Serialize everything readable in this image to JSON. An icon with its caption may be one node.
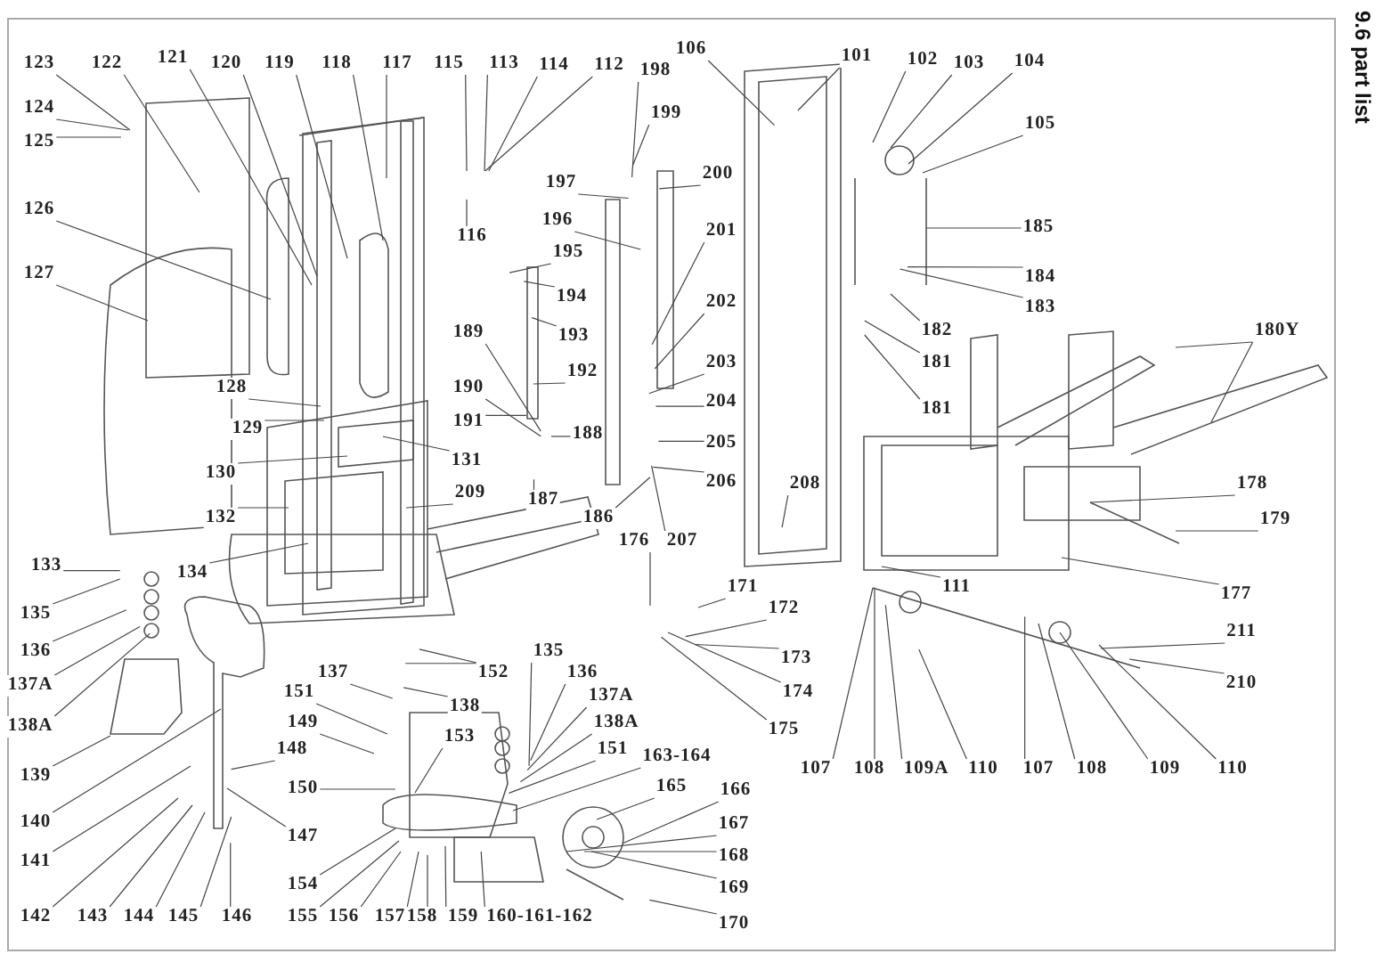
{
  "diagram": {
    "title": "9.6 part list",
    "nodes": [
      {
        "text": [
          "123"
        ]
      },
      {
        "text": [
          "122"
        ]
      },
      {
        "text": [
          "121"
        ]
      },
      {
        "text": [
          "120"
        ]
      },
      {
        "text": [
          "119"
        ]
      },
      {
        "text": [
          "118"
        ]
      },
      {
        "text": [
          "117"
        ]
      },
      {
        "text": [
          "115"
        ]
      },
      {
        "text": [
          "113"
        ]
      },
      {
        "text": [
          "114"
        ]
      },
      {
        "text": [
          "112"
        ]
      },
      {
        "text": [
          "198"
        ]
      },
      {
        "text": [
          "106"
        ]
      },
      {
        "text": [
          "101"
        ]
      },
      {
        "text": [
          "102"
        ]
      },
      {
        "text": [
          "103"
        ]
      },
      {
        "text": [
          "104"
        ]
      },
      {
        "text": [
          "124"
        ]
      },
      {
        "text": [
          "199"
        ]
      },
      {
        "text": [
          "105"
        ]
      },
      {
        "text": [
          "125"
        ]
      },
      {
        "text": [
          "200"
        ]
      },
      {
        "text": [
          "197"
        ]
      },
      {
        "text": [
          "126"
        ]
      },
      {
        "text": [
          "196"
        ]
      },
      {
        "text": [
          "116"
        ]
      },
      {
        "text": [
          "185"
        ]
      },
      {
        "text": [
          "201"
        ]
      },
      {
        "text": [
          "195"
        ]
      },
      {
        "text": [
          "127"
        ]
      },
      {
        "text": [
          "184"
        ]
      },
      {
        "text": [
          "194"
        ]
      },
      {
        "text": [
          "202"
        ]
      },
      {
        "text": [
          "183"
        ]
      },
      {
        "text": [
          "180Y"
        ]
      },
      {
        "text": [
          "182"
        ]
      },
      {
        "text": [
          "189"
        ]
      },
      {
        "text": [
          "193"
        ]
      },
      {
        "text": [
          "181"
        ]
      },
      {
        "text": [
          "203"
        ]
      },
      {
        "text": [
          "192"
        ]
      },
      {
        "text": [
          "128"
        ]
      },
      {
        "text": [
          "190"
        ]
      },
      {
        "text": [
          "204"
        ]
      },
      {
        "text": [
          "181"
        ]
      },
      {
        "text": [
          "188"
        ]
      },
      {
        "text": [
          "191"
        ]
      },
      {
        "text": [
          "129"
        ]
      },
      {
        "text": [
          "205"
        ]
      },
      {
        "text": [
          "131"
        ]
      },
      {
        "text": [
          "130"
        ]
      },
      {
        "text": [
          "206"
        ]
      },
      {
        "text": [
          "178"
        ]
      },
      {
        "text": [
          "208"
        ]
      },
      {
        "text": [
          "209"
        ]
      },
      {
        "text": [
          "187"
        ]
      },
      {
        "text": [
          "186"
        ]
      },
      {
        "text": [
          "132"
        ]
      },
      {
        "text": [
          "179"
        ]
      },
      {
        "text": [
          "207"
        ]
      },
      {
        "text": [
          "176"
        ]
      },
      {
        "text": [
          "133"
        ]
      },
      {
        "text": [
          "134"
        ]
      },
      {
        "text": [
          "171"
        ]
      },
      {
        "text": [
          "111"
        ]
      },
      {
        "text": [
          "177"
        ]
      },
      {
        "text": [
          "172"
        ]
      },
      {
        "text": [
          "135"
        ]
      },
      {
        "text": [
          "211"
        ]
      },
      {
        "text": [
          "136"
        ]
      },
      {
        "text": [
          "135"
        ]
      },
      {
        "text": [
          "173"
        ]
      },
      {
        "text": [
          "137"
        ]
      },
      {
        "text": [
          "152"
        ]
      },
      {
        "text": [
          "136"
        ]
      },
      {
        "text": [
          "137A"
        ]
      },
      {
        "text": [
          "210"
        ]
      },
      {
        "text": [
          "151"
        ]
      },
      {
        "text": [
          "174"
        ]
      },
      {
        "text": [
          "137A"
        ]
      },
      {
        "text": [
          "138"
        ]
      },
      {
        "text": [
          "149"
        ]
      },
      {
        "text": [
          "138A"
        ]
      },
      {
        "text": [
          "138A"
        ]
      },
      {
        "text": [
          "175"
        ]
      },
      {
        "text": [
          "153"
        ]
      },
      {
        "text": [
          "148"
        ]
      },
      {
        "text": [
          "151"
        ]
      },
      {
        "text": [
          "163-164"
        ]
      },
      {
        "text": [
          "107"
        ]
      },
      {
        "text": [
          "108"
        ]
      },
      {
        "text": [
          "109A"
        ]
      },
      {
        "text": [
          "110"
        ]
      },
      {
        "text": [
          "107"
        ]
      },
      {
        "text": [
          "108"
        ]
      },
      {
        "text": [
          "109"
        ]
      },
      {
        "text": [
          "110"
        ]
      },
      {
        "text": [
          "139"
        ]
      },
      {
        "text": [
          "165"
        ]
      },
      {
        "text": [
          "150"
        ]
      },
      {
        "text": [
          "166"
        ]
      },
      {
        "text": [
          "140"
        ]
      },
      {
        "text": [
          "167"
        ]
      },
      {
        "text": [
          "147"
        ]
      },
      {
        "text": [
          "168"
        ]
      },
      {
        "text": [
          "141"
        ]
      },
      {
        "text": [
          "154"
        ]
      },
      {
        "text": [
          "169"
        ]
      },
      {
        "text": [
          "142"
        ]
      },
      {
        "text": [
          "143"
        ]
      },
      {
        "text": [
          "144"
        ]
      },
      {
        "text": [
          "145"
        ]
      },
      {
        "text": [
          "146"
        ]
      },
      {
        "text": [
          "155"
        ]
      },
      {
        "text": [
          "156"
        ]
      },
      {
        "text": [
          "157"
        ]
      },
      {
        "text": [
          "158"
        ]
      },
      {
        "text": [
          "159"
        ]
      },
      {
        "text": [
          "160-161-162"
        ]
      },
      {
        "text": [
          "170"
        ]
      }
    ],
    "edges": [
      {
        "from": 0,
        "to": null,
        "arrow": "none"
      },
      {
        "from": 1,
        "to": null,
        "arrow": "none"
      },
      {
        "from": 2,
        "to": null,
        "arrow": "none"
      },
      {
        "from": 3,
        "to": null,
        "arrow": "none"
      },
      {
        "from": 4,
        "to": null,
        "arrow": "none"
      },
      {
        "from": 5,
        "to": null,
        "arrow": "none"
      },
      {
        "from": 6,
        "to": null,
        "arrow": "none"
      },
      {
        "from": 7,
        "to": null,
        "arrow": "none"
      },
      {
        "from": 8,
        "to": null,
        "arrow": "none"
      },
      {
        "from": 9,
        "to": null,
        "arrow": "none"
      },
      {
        "from": 10,
        "to": null,
        "arrow": "none"
      },
      {
        "from": 11,
        "to": null,
        "arrow": "none"
      },
      {
        "from": 12,
        "to": null,
        "arrow": "none"
      },
      {
        "from": 13,
        "to": null,
        "arrow": "none"
      },
      {
        "from": 14,
        "to": null,
        "arrow": "none"
      },
      {
        "from": 15,
        "to": null,
        "arrow": "none"
      },
      {
        "from": 16,
        "to": null,
        "arrow": "none"
      },
      {
        "from": 17,
        "to": null,
        "arrow": "none"
      },
      {
        "from": 18,
        "to": null,
        "arrow": "none"
      },
      {
        "from": 19,
        "to": null,
        "arrow": "none"
      },
      {
        "from": 20,
        "to": null,
        "arrow": "none"
      },
      {
        "from": 21,
        "to": null,
        "arrow": "none"
      },
      {
        "from": 22,
        "to": null,
        "arrow": "none"
      },
      {
        "from": 23,
        "to": null,
        "arrow": "none"
      },
      {
        "from": 24,
        "to": null,
        "arrow": "none"
      },
      {
        "from": 25,
        "to": null,
        "arrow": "none"
      },
      {
        "from": 26,
        "to": null,
        "arrow": "none"
      },
      {
        "from": 27,
        "to": null,
        "arrow": "none"
      },
      {
        "from": 28,
        "to": null,
        "arrow": "none"
      },
      {
        "from": 29,
        "to": null,
        "arrow": "none"
      },
      {
        "from": 30,
        "to": null,
        "arrow": "none"
      },
      {
        "from": 31,
        "to": null,
        "arrow": "none"
      },
      {
        "from": 32,
        "to": null,
        "arrow": "none"
      },
      {
        "from": 33,
        "to": null,
        "arrow": "none"
      },
      {
        "from": 34,
        "to": null,
        "arrow": "none"
      },
      {
        "from": 34,
        "to": null,
        "arrow": "none"
      },
      {
        "from": 35,
        "to": null,
        "arrow": "none"
      },
      {
        "from": 36,
        "to": null,
        "arrow": "none"
      },
      {
        "from": 37,
        "to": null,
        "arrow": "none"
      },
      {
        "from": 38,
        "to": null,
        "arrow": "none"
      },
      {
        "from": 39,
        "to": null,
        "arrow": "none"
      },
      {
        "from": 40,
        "to": null,
        "arrow": "none"
      },
      {
        "from": 41,
        "to": null,
        "arrow": "none"
      },
      {
        "from": 42,
        "to": null,
        "arrow": "none"
      },
      {
        "from": 43,
        "to": null,
        "arrow": "none"
      },
      {
        "from": 44,
        "to": null,
        "arrow": "none"
      },
      {
        "from": 45,
        "to": null,
        "arrow": "none"
      },
      {
        "from": 46,
        "to": null,
        "arrow": "none"
      },
      {
        "from": 47,
        "to": null,
        "arrow": "none"
      },
      {
        "from": 48,
        "to": null,
        "arrow": "none"
      },
      {
        "from": 49,
        "to": null,
        "arrow": "none"
      },
      {
        "from": 50,
        "to": null,
        "arrow": "none"
      },
      {
        "from": 51,
        "to": null,
        "arrow": "none"
      },
      {
        "from": 52,
        "to": null,
        "arrow": "none"
      },
      {
        "from": 53,
        "to": null,
        "arrow": "none"
      },
      {
        "from": 54,
        "to": null,
        "arrow": "none"
      },
      {
        "from": 55,
        "to": null,
        "arrow": "none"
      },
      {
        "from": 56,
        "to": null,
        "arrow": "none"
      },
      {
        "from": 57,
        "to": null,
        "arrow": "none"
      },
      {
        "from": 58,
        "to": null,
        "arrow": "none"
      },
      {
        "from": 59,
        "to": null,
        "arrow": "none"
      },
      {
        "from": 60,
        "to": null,
        "arrow": "none"
      },
      {
        "from": 61,
        "to": null,
        "arrow": "none"
      },
      {
        "from": 62,
        "to": null,
        "arrow": "none"
      },
      {
        "from": 63,
        "to": null,
        "arrow": "none"
      },
      {
        "from": 64,
        "to": null,
        "arrow": "none"
      },
      {
        "from": 65,
        "to": null,
        "arrow": "none"
      },
      {
        "from": 66,
        "to": null,
        "arrow": "none"
      },
      {
        "from": 67,
        "to": null,
        "arrow": "none"
      },
      {
        "from": 68,
        "to": null,
        "arrow": "none"
      },
      {
        "from": 69,
        "to": null,
        "arrow": "none"
      },
      {
        "from": 70,
        "to": null,
        "arrow": "none"
      },
      {
        "from": 71,
        "to": null,
        "arrow": "none"
      },
      {
        "from": 72,
        "to": null,
        "arrow": "none"
      },
      {
        "from": 73,
        "to": null,
        "arrow": "none"
      },
      {
        "from": 73,
        "to": null,
        "arrow": "none"
      },
      {
        "from": 74,
        "to": null,
        "arrow": "none"
      },
      {
        "from": 75,
        "to": null,
        "arrow": "none"
      },
      {
        "from": 76,
        "to": null,
        "arrow": "none"
      },
      {
        "from": 77,
        "to": null,
        "arrow": "none"
      },
      {
        "from": 78,
        "to": null,
        "arrow": "none"
      },
      {
        "from": 79,
        "to": null,
        "arrow": "none"
      },
      {
        "from": 80,
        "to": null,
        "arrow": "none"
      },
      {
        "from": 81,
        "to": null,
        "arrow": "none"
      },
      {
        "from": 82,
        "to": null,
        "arrow": "none"
      },
      {
        "from": 83,
        "to": null,
        "arrow": "none"
      },
      {
        "from": 84,
        "to": null,
        "arrow": "none"
      },
      {
        "from": 85,
        "to": null,
        "arrow": "none"
      },
      {
        "from": 86,
        "to": null,
        "arrow": "none"
      },
      {
        "from": 87,
        "to": null,
        "arrow": "none"
      },
      {
        "from": 88,
        "to": null,
        "arrow": "none"
      },
      {
        "from": 89,
        "to": null,
        "arrow": "none"
      },
      {
        "from": 90,
        "to": null,
        "arrow": "none"
      },
      {
        "from": 91,
        "to": null,
        "arrow": "none"
      },
      {
        "from": 92,
        "to": null,
        "arrow": "none"
      },
      {
        "from": 93,
        "to": null,
        "arrow": "none"
      },
      {
        "from": 94,
        "to": null,
        "arrow": "none"
      },
      {
        "from": 95,
        "to": null,
        "arrow": "none"
      },
      {
        "from": 96,
        "to": null,
        "arrow": "none"
      },
      {
        "from": 97,
        "to": null,
        "arrow": "none"
      },
      {
        "from": 98,
        "to": null,
        "arrow": "none"
      },
      {
        "from": 99,
        "to": null,
        "arrow": "none"
      },
      {
        "from": 100,
        "to": null,
        "arrow": "none"
      },
      {
        "from": 101,
        "to": null,
        "arrow": "none"
      },
      {
        "from": 102,
        "to": null,
        "arrow": "none"
      },
      {
        "from": 103,
        "to": null,
        "arrow": "none"
      },
      {
        "from": 104,
        "to": null,
        "arrow": "none"
      },
      {
        "from": 105,
        "to": null,
        "arrow": "none"
      },
      {
        "from": 106,
        "to": null,
        "arrow": "none"
      },
      {
        "from": 107,
        "to": null,
        "arrow": "none"
      },
      {
        "from": 108,
        "to": null,
        "arrow": "none"
      },
      {
        "from": 109,
        "to": null,
        "arrow": "none"
      },
      {
        "from": 110,
        "to": null,
        "arrow": "none"
      },
      {
        "from": 111,
        "to": null,
        "arrow": "none"
      },
      {
        "from": 112,
        "to": null,
        "arrow": "none"
      },
      {
        "from": 113,
        "to": null,
        "arrow": "none"
      },
      {
        "from": 114,
        "to": null,
        "arrow": "none"
      },
      {
        "from": 115,
        "to": null,
        "arrow": "none"
      },
      {
        "from": 116,
        "to": null,
        "arrow": "none"
      },
      {
        "from": 117,
        "to": null,
        "arrow": "none"
      },
      {
        "from": 118,
        "to": null,
        "arrow": "none"
      },
      {
        "from": 119,
        "to": null,
        "arrow": "none"
      }
    ]
  }
}
